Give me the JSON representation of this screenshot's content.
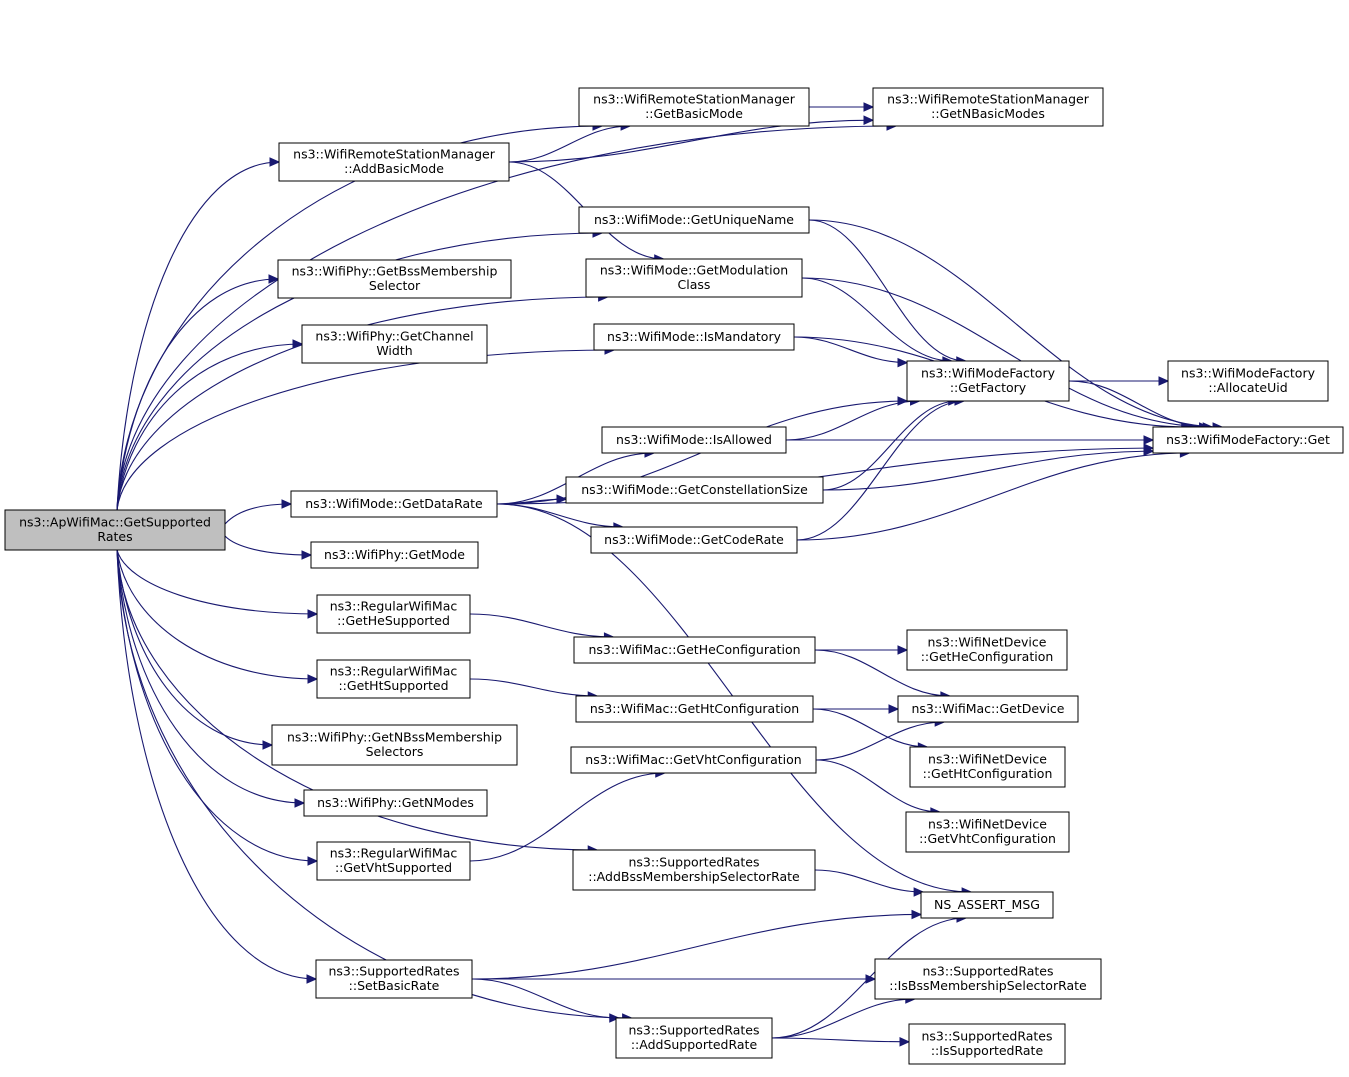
{
  "colors": {
    "edge": "#191970",
    "root_fill": "#bfbfbf",
    "node_fill": "#ffffff",
    "border": "#000000"
  },
  "nodes": [
    {
      "id": "root",
      "lines": [
        "ns3::ApWifiMac::GetSupported",
        "Rates"
      ]
    },
    {
      "id": "getBasicMode",
      "lines": [
        "ns3::WifiRemoteStationManager",
        "::GetBasicMode"
      ]
    },
    {
      "id": "getNBasicModes",
      "lines": [
        "ns3::WifiRemoteStationManager",
        "::GetNBasicModes"
      ]
    },
    {
      "id": "addBasicMode",
      "lines": [
        "ns3::WifiRemoteStationManager",
        "::AddBasicMode"
      ]
    },
    {
      "id": "getUniqueName",
      "lines": [
        "ns3::WifiMode::GetUniqueName"
      ]
    },
    {
      "id": "getBssMembershipSelector",
      "lines": [
        "ns3::WifiPhy::GetBssMembership",
        "Selector"
      ]
    },
    {
      "id": "getModulationClass",
      "lines": [
        "ns3::WifiMode::GetModulation",
        "Class"
      ]
    },
    {
      "id": "getChannelWidth",
      "lines": [
        "ns3::WifiPhy::GetChannel",
        "Width"
      ]
    },
    {
      "id": "isMandatory",
      "lines": [
        "ns3::WifiMode::IsMandatory"
      ]
    },
    {
      "id": "getFactory",
      "lines": [
        "ns3::WifiModeFactory",
        "::GetFactory"
      ]
    },
    {
      "id": "allocateUid",
      "lines": [
        "ns3::WifiModeFactory",
        "::AllocateUid"
      ]
    },
    {
      "id": "isAllowed",
      "lines": [
        "ns3::WifiMode::IsAllowed"
      ]
    },
    {
      "id": "factoryGet",
      "lines": [
        "ns3::WifiModeFactory::Get"
      ]
    },
    {
      "id": "getDataRate",
      "lines": [
        "ns3::WifiMode::GetDataRate"
      ]
    },
    {
      "id": "getConstellationSize",
      "lines": [
        "ns3::WifiMode::GetConstellationSize"
      ]
    },
    {
      "id": "getCodeRate",
      "lines": [
        "ns3::WifiMode::GetCodeRate"
      ]
    },
    {
      "id": "getMode",
      "lines": [
        "ns3::WifiPhy::GetMode"
      ]
    },
    {
      "id": "getHeSupported",
      "lines": [
        "ns3::RegularWifiMac",
        "::GetHeSupported"
      ]
    },
    {
      "id": "getHeConfiguration",
      "lines": [
        "ns3::WifiMac::GetHeConfiguration"
      ]
    },
    {
      "id": "netHeConfiguration",
      "lines": [
        "ns3::WifiNetDevice",
        "::GetHeConfiguration"
      ]
    },
    {
      "id": "getHtSupported",
      "lines": [
        "ns3::RegularWifiMac",
        "::GetHtSupported"
      ]
    },
    {
      "id": "getHtConfiguration",
      "lines": [
        "ns3::WifiMac::GetHtConfiguration"
      ]
    },
    {
      "id": "getDevice",
      "lines": [
        "ns3::WifiMac::GetDevice"
      ]
    },
    {
      "id": "getNBssMembershipSelectors",
      "lines": [
        "ns3::WifiPhy::GetNBssMembership",
        "Selectors"
      ]
    },
    {
      "id": "getVhtConfiguration",
      "lines": [
        "ns3::WifiMac::GetVhtConfiguration"
      ]
    },
    {
      "id": "netHtConfiguration",
      "lines": [
        "ns3::WifiNetDevice",
        "::GetHtConfiguration"
      ]
    },
    {
      "id": "getNModes",
      "lines": [
        "ns3::WifiPhy::GetNModes"
      ]
    },
    {
      "id": "netVhtConfiguration",
      "lines": [
        "ns3::WifiNetDevice",
        "::GetVhtConfiguration"
      ]
    },
    {
      "id": "getVhtSupported",
      "lines": [
        "ns3::RegularWifiMac",
        "::GetVhtSupported"
      ]
    },
    {
      "id": "addBssMembershipSelectorRate",
      "lines": [
        "ns3::SupportedRates",
        "::AddBssMembershipSelectorRate"
      ]
    },
    {
      "id": "nsAssertMsg",
      "lines": [
        "NS_ASSERT_MSG"
      ]
    },
    {
      "id": "setBasicRate",
      "lines": [
        "ns3::SupportedRates",
        "::SetBasicRate"
      ]
    },
    {
      "id": "isBssMembershipSelectorRate",
      "lines": [
        "ns3::SupportedRates",
        "::IsBssMembershipSelectorRate"
      ]
    },
    {
      "id": "addSupportedRate",
      "lines": [
        "ns3::SupportedRates",
        "::AddSupportedRate"
      ]
    },
    {
      "id": "isSupportedRate",
      "lines": [
        "ns3::SupportedRates",
        "::IsSupportedRate"
      ]
    }
  ],
  "edges": [
    [
      "root",
      "getBasicMode"
    ],
    [
      "root",
      "getNBasicModes"
    ],
    [
      "root",
      "addBasicMode"
    ],
    [
      "root",
      "getUniqueName"
    ],
    [
      "root",
      "getBssMembershipSelector"
    ],
    [
      "root",
      "getModulationClass"
    ],
    [
      "root",
      "getChannelWidth"
    ],
    [
      "root",
      "isMandatory"
    ],
    [
      "root",
      "getDataRate"
    ],
    [
      "root",
      "getMode"
    ],
    [
      "root",
      "getHeSupported"
    ],
    [
      "root",
      "getHtSupported"
    ],
    [
      "root",
      "getNBssMembershipSelectors"
    ],
    [
      "root",
      "getNModes"
    ],
    [
      "root",
      "getVhtSupported"
    ],
    [
      "root",
      "addBssMembershipSelectorRate"
    ],
    [
      "root",
      "setBasicRate"
    ],
    [
      "root",
      "addSupportedRate"
    ],
    [
      "getBasicMode",
      "getNBasicModes"
    ],
    [
      "addBasicMode",
      "getBasicMode"
    ],
    [
      "addBasicMode",
      "getNBasicModes"
    ],
    [
      "addBasicMode",
      "getModulationClass"
    ],
    [
      "getUniqueName",
      "getFactory"
    ],
    [
      "getUniqueName",
      "factoryGet"
    ],
    [
      "getModulationClass",
      "getFactory"
    ],
    [
      "getModulationClass",
      "factoryGet"
    ],
    [
      "isMandatory",
      "getFactory"
    ],
    [
      "isMandatory",
      "factoryGet"
    ],
    [
      "getFactory",
      "allocateUid"
    ],
    [
      "getFactory",
      "factoryGet"
    ],
    [
      "isAllowed",
      "getFactory"
    ],
    [
      "isAllowed",
      "factoryGet"
    ],
    [
      "getDataRate",
      "isAllowed"
    ],
    [
      "getDataRate",
      "getConstellationSize"
    ],
    [
      "getDataRate",
      "getCodeRate"
    ],
    [
      "getDataRate",
      "getFactory"
    ],
    [
      "getDataRate",
      "factoryGet"
    ],
    [
      "getDataRate",
      "nsAssertMsg"
    ],
    [
      "getConstellationSize",
      "getFactory"
    ],
    [
      "getConstellationSize",
      "factoryGet"
    ],
    [
      "getCodeRate",
      "getFactory"
    ],
    [
      "getCodeRate",
      "factoryGet"
    ],
    [
      "getHeSupported",
      "getHeConfiguration"
    ],
    [
      "getHeConfiguration",
      "netHeConfiguration"
    ],
    [
      "getHeConfiguration",
      "getDevice"
    ],
    [
      "getHtSupported",
      "getHtConfiguration"
    ],
    [
      "getHtConfiguration",
      "getDevice"
    ],
    [
      "getHtConfiguration",
      "netHtConfiguration"
    ],
    [
      "getVhtSupported",
      "getVhtConfiguration"
    ],
    [
      "getVhtConfiguration",
      "getDevice"
    ],
    [
      "getVhtConfiguration",
      "netVhtConfiguration"
    ],
    [
      "addBssMembershipSelectorRate",
      "nsAssertMsg"
    ],
    [
      "setBasicRate",
      "nsAssertMsg"
    ],
    [
      "setBasicRate",
      "isBssMembershipSelectorRate"
    ],
    [
      "setBasicRate",
      "addSupportedRate"
    ],
    [
      "addSupportedRate",
      "nsAssertMsg"
    ],
    [
      "addSupportedRate",
      "isBssMembershipSelectorRate"
    ],
    [
      "addSupportedRate",
      "isSupportedRate"
    ]
  ]
}
